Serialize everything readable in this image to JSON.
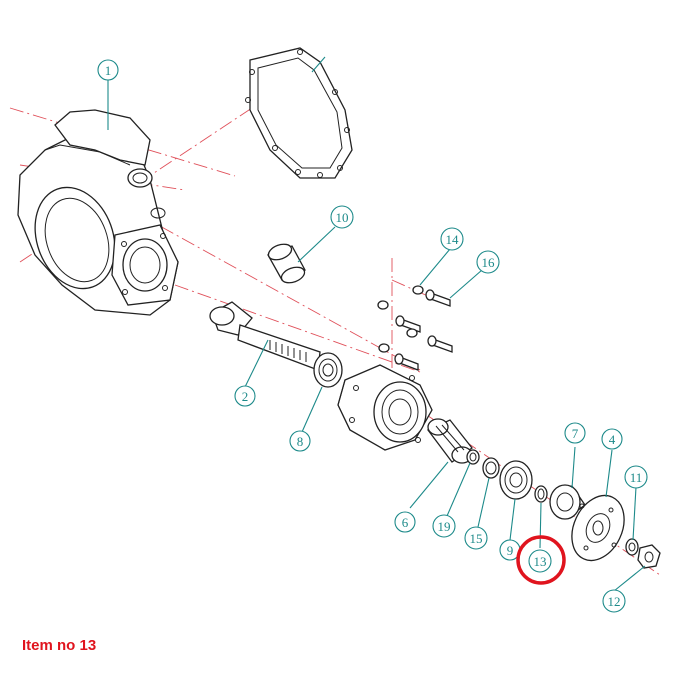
{
  "caption": "Item no 13",
  "highlighted_item": "13",
  "colors": {
    "callout": "#1d8a8a",
    "axis": "#e0505a",
    "highlight": "#e0141e",
    "outline": "#222222"
  },
  "callouts": [
    {
      "id": "c1",
      "label": "1"
    },
    {
      "id": "c2",
      "label": "2"
    },
    {
      "id": "c4",
      "label": "4"
    },
    {
      "id": "c6",
      "label": "6"
    },
    {
      "id": "c7",
      "label": "7"
    },
    {
      "id": "c8",
      "label": "8"
    },
    {
      "id": "c9",
      "label": "9"
    },
    {
      "id": "c10",
      "label": "10"
    },
    {
      "id": "c11",
      "label": "11"
    },
    {
      "id": "c12",
      "label": "12"
    },
    {
      "id": "c13",
      "label": "13"
    },
    {
      "id": "c14",
      "label": "14"
    },
    {
      "id": "c15",
      "label": "15"
    },
    {
      "id": "c16",
      "label": "16"
    },
    {
      "id": "c19",
      "label": "19"
    }
  ]
}
